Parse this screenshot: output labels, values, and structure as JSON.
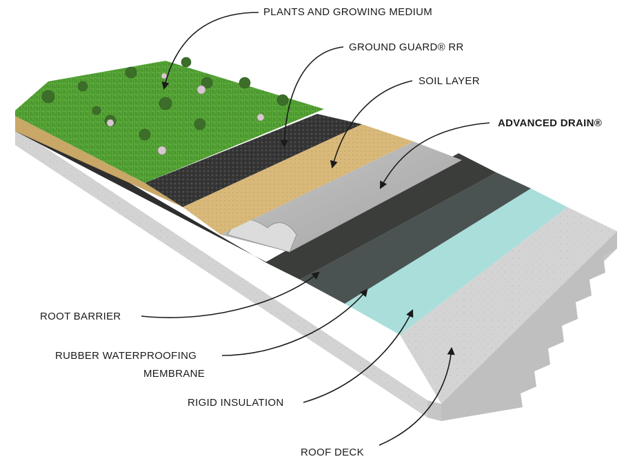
{
  "labels": {
    "plants": "PLANTS AND GROWING MEDIUM",
    "ground_guard": "GROUND GUARD® RR",
    "soil": "SOIL LAYER",
    "drain": "ADVANCED DRAIN®",
    "root_barrier": "ROOT BARRIER",
    "membrane_line1": "RUBBER WATERPROOFING",
    "membrane_line2": "MEMBRANE",
    "insulation": "RIGID INSULATION",
    "roof_deck": "ROOF DECK"
  },
  "colors": {
    "grass": "#5aa83a",
    "soil": "#d9b97a",
    "ground_guard": "#3a3a3a",
    "drain": "#b8b8b8",
    "root_barrier": "#3b3d3a",
    "membrane": "#4a5352",
    "insulation": "#a9dedb",
    "deck": "#d2d2d2"
  }
}
